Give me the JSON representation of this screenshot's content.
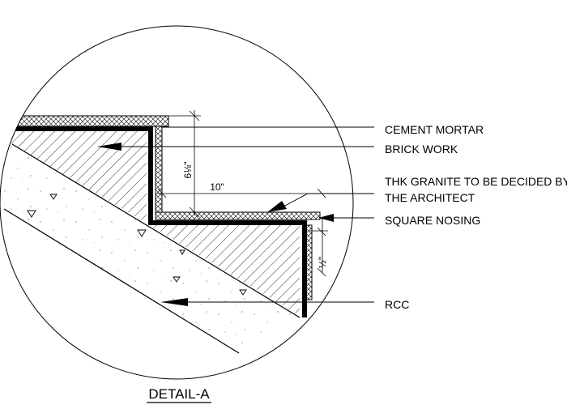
{
  "labels": {
    "cement_mortar": "CEMENT MORTAR",
    "brick_work": "BRICK WORK",
    "granite_line1": "THK GRANITE TO BE DECIDED BY",
    "granite_line2": "THE ARCHITECT",
    "square_nosing": "SQUARE NOSING",
    "rcc": "RCC"
  },
  "dimensions": {
    "riser_height": "6⅛\"",
    "tread_width": "10\"",
    "nosing": "½\""
  },
  "title": "DETAIL-A",
  "colors": {
    "ink": "#000000",
    "background": "#ffffff"
  }
}
